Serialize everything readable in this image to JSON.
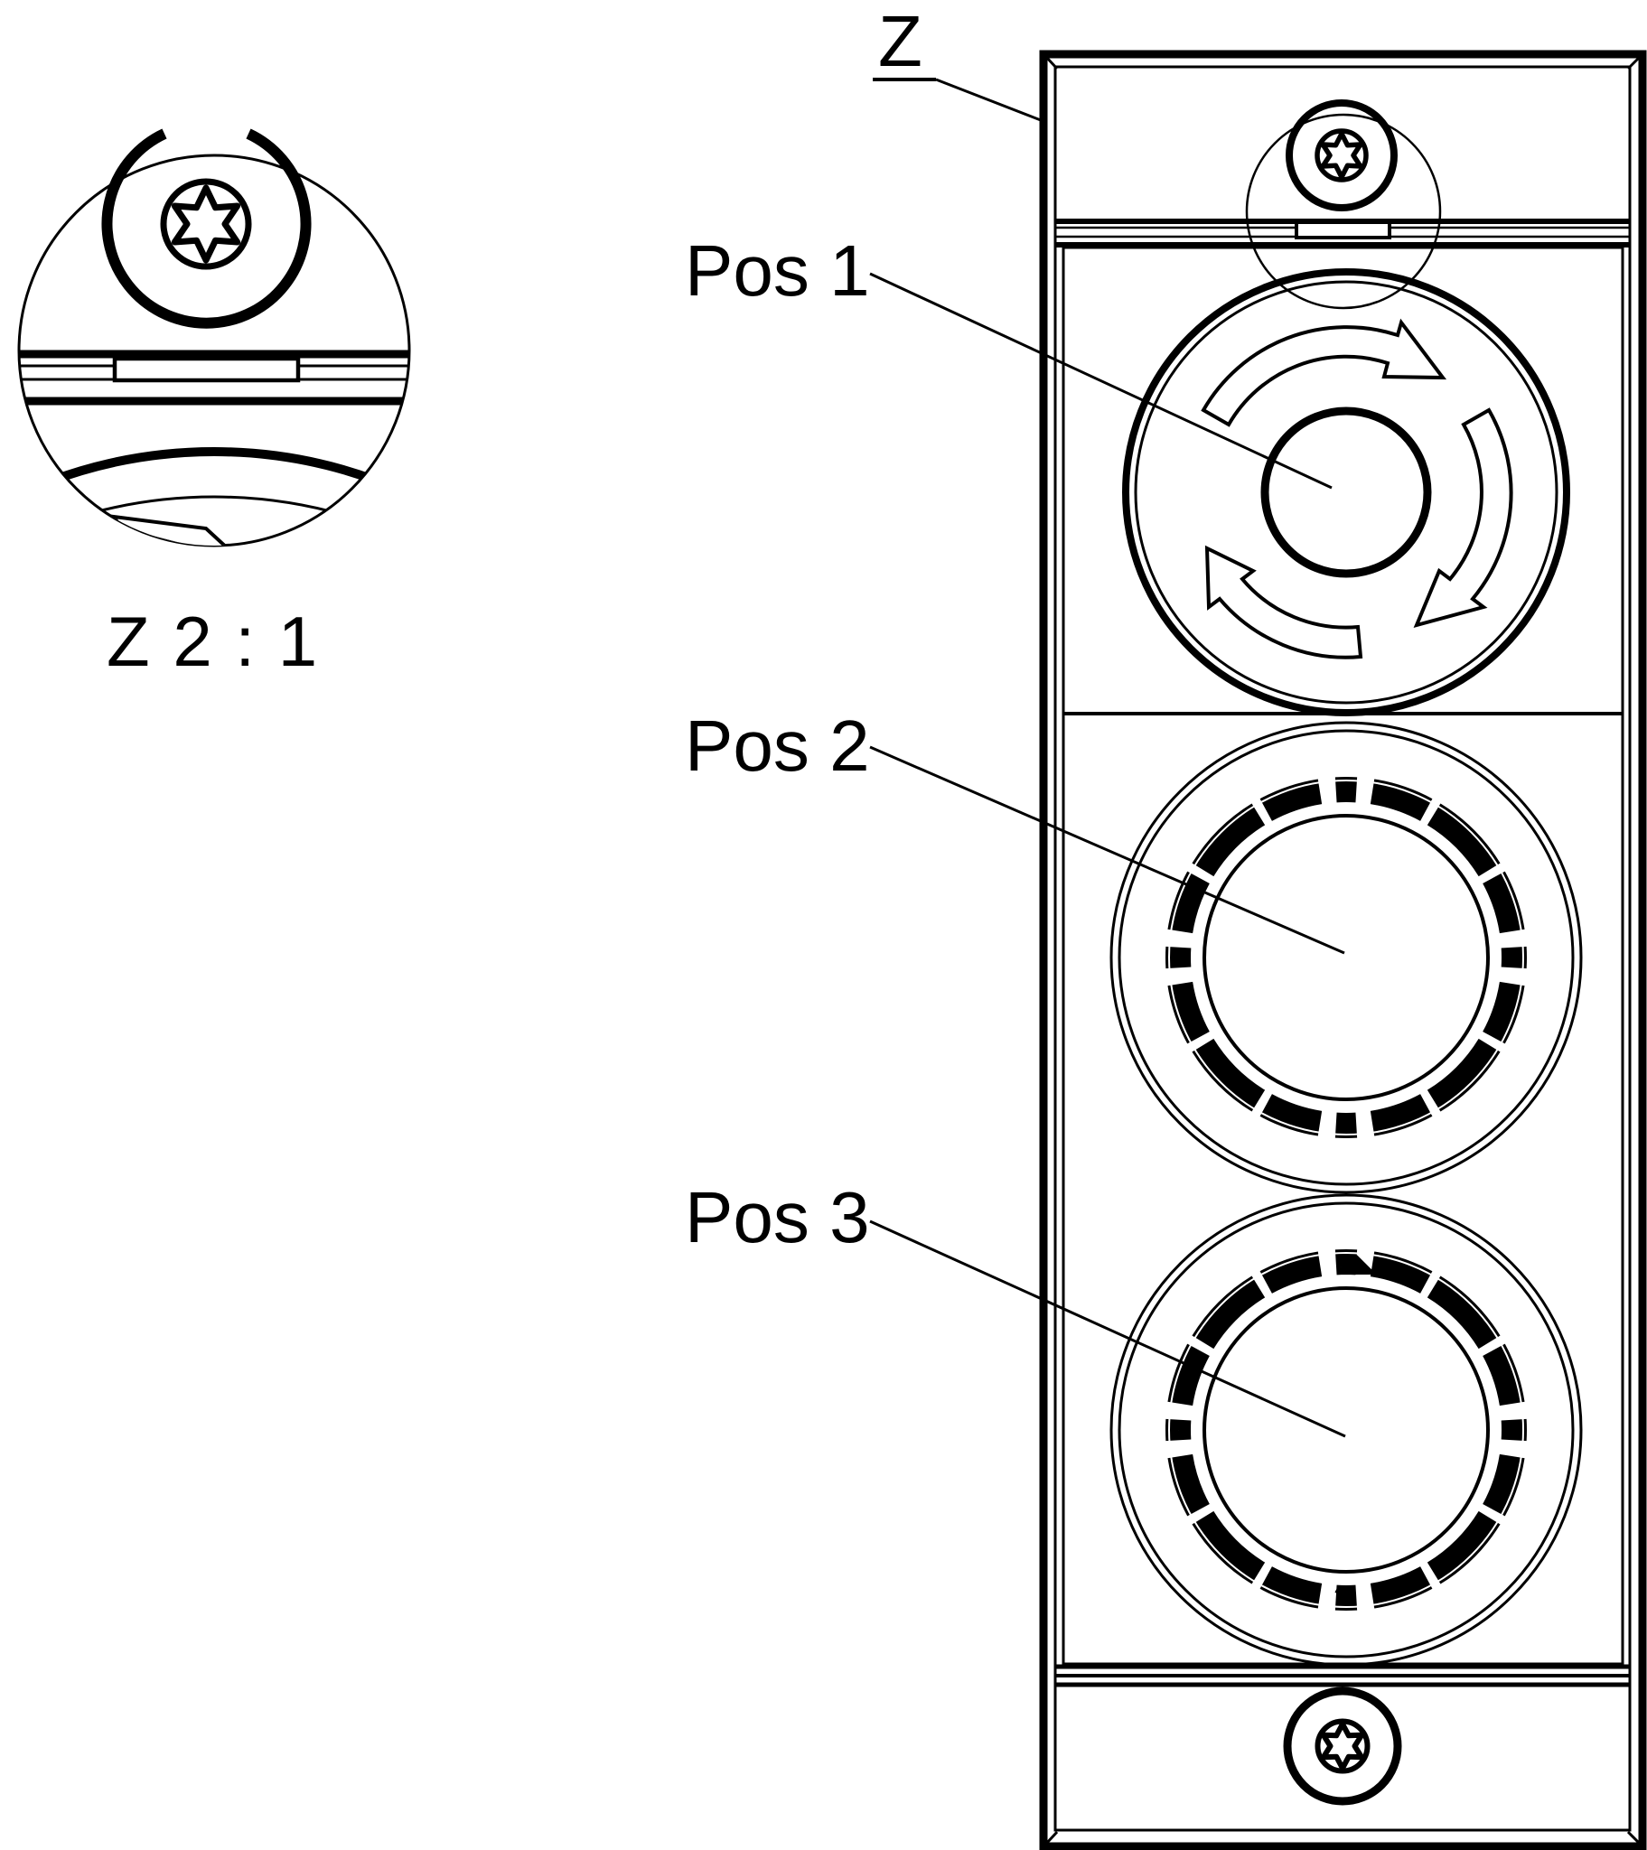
{
  "drawing": {
    "kind": "technical line drawing - control panel front view with detail callout",
    "detail_view": {
      "callout": "Z",
      "scale": "Z 2 : 1"
    },
    "callouts": [
      {
        "id": "pos1",
        "text": "Pos 1"
      },
      {
        "id": "pos2",
        "text": "Pos 2"
      },
      {
        "id": "pos3",
        "text": "Pos 3"
      }
    ],
    "icons": {
      "screw": "torx-screw-icon",
      "emergency_stop": "emergency-stop-button",
      "rotation_arrows": "rotate-release-arrows",
      "detail_indicator": "detail-indicator-circle"
    },
    "colors": {
      "line": "#000000",
      "background": "#ffffff"
    }
  }
}
